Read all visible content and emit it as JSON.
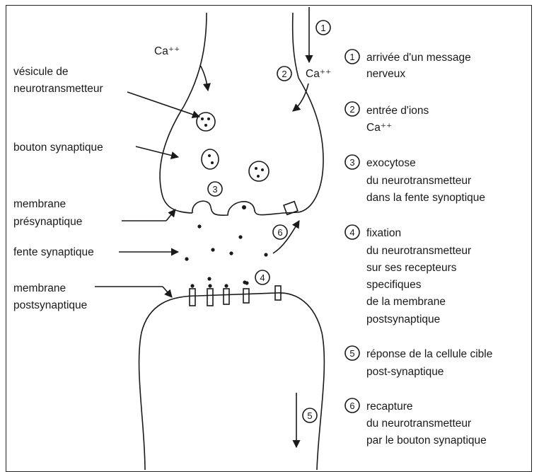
{
  "labels": {
    "ca_top": "Ca⁺⁺",
    "ca_right": "Ca⁺⁺",
    "vesicule_line1": "vésicule de",
    "vesicule_line2": "neurotransmetteur",
    "bouton": "bouton synaptique",
    "membrane_pre_line1": "membrane",
    "membrane_pre_line2": "présynaptique",
    "fente": "fente synaptique",
    "membrane_post_line1": "membrane",
    "membrane_post_line2": "postsynaptique"
  },
  "diagram_numbers": {
    "n1": "1",
    "n2": "2",
    "n3": "3",
    "n4": "4",
    "n5": "5",
    "n6": "6"
  },
  "legend": [
    {
      "num": "1",
      "lines": [
        "arrivée d'un message",
        "nerveux"
      ]
    },
    {
      "num": "2",
      "lines": [
        "entrée d'ions",
        "Ca⁺⁺"
      ]
    },
    {
      "num": "3",
      "lines": [
        "exocytose",
        "du neurotransmetteur",
        "dans la fente synoptique"
      ]
    },
    {
      "num": "4",
      "lines": [
        "fixation",
        "du neurotransmetteur",
        "sur ses recepteurs",
        "specifiques",
        "de la membrane",
        "postsynaptique"
      ]
    },
    {
      "num": "5",
      "lines": [
        "réponse de la cellule cible",
        "post-synaptique"
      ]
    },
    {
      "num": "6",
      "lines": [
        "recapture",
        "du neurotransmetteur",
        "par le bouton synaptique"
      ]
    }
  ]
}
